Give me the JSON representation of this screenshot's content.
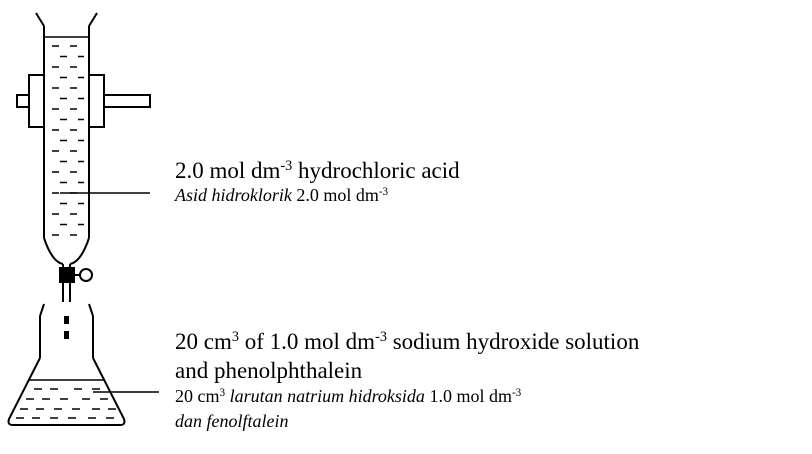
{
  "acid_label": {
    "line1": {
      "pre": "2.0 mol dm",
      "sup": "-3",
      "post": " hydrochloric acid"
    },
    "line2": {
      "italic": "Asid hidroklorik",
      "post": " 2.0 mol dm",
      "sup": "-3"
    }
  },
  "base_label": {
    "line1": {
      "pre": "20 cm",
      "sup1": "3",
      "mid": " of 1.0 mol dm",
      "sup2": "-3",
      "post": " sodium hydroxide solution"
    },
    "line2": "and phenolphthalein",
    "line3": {
      "pre": "20 cm",
      "sup1": "3",
      "italic": " larutan natrium hidroksida",
      "mid": " 1.0 mol dm",
      "sup2": "-3"
    },
    "line4": "dan fenolftalein"
  }
}
